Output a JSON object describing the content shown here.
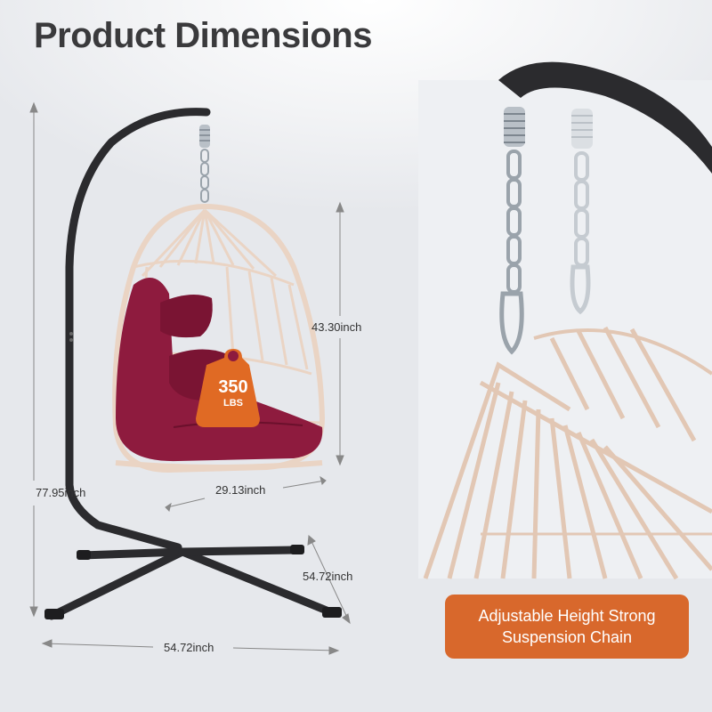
{
  "title": "Product Dimensions",
  "dimensions": {
    "total_height": "77.95inch",
    "chair_height": "43.30inch",
    "chair_width": "29.13inch",
    "base_depth": "54.72inch",
    "base_width": "54.72inch"
  },
  "weight": {
    "value": "350",
    "unit": "LBS"
  },
  "badge": {
    "line1": "Adjustable Height Strong",
    "line2": "Suspension Chain"
  },
  "colors": {
    "accent": "#d8682c",
    "cushion": "#8e1b3e",
    "frame": "#2b2b2e",
    "wicker": "#ead4c4"
  }
}
